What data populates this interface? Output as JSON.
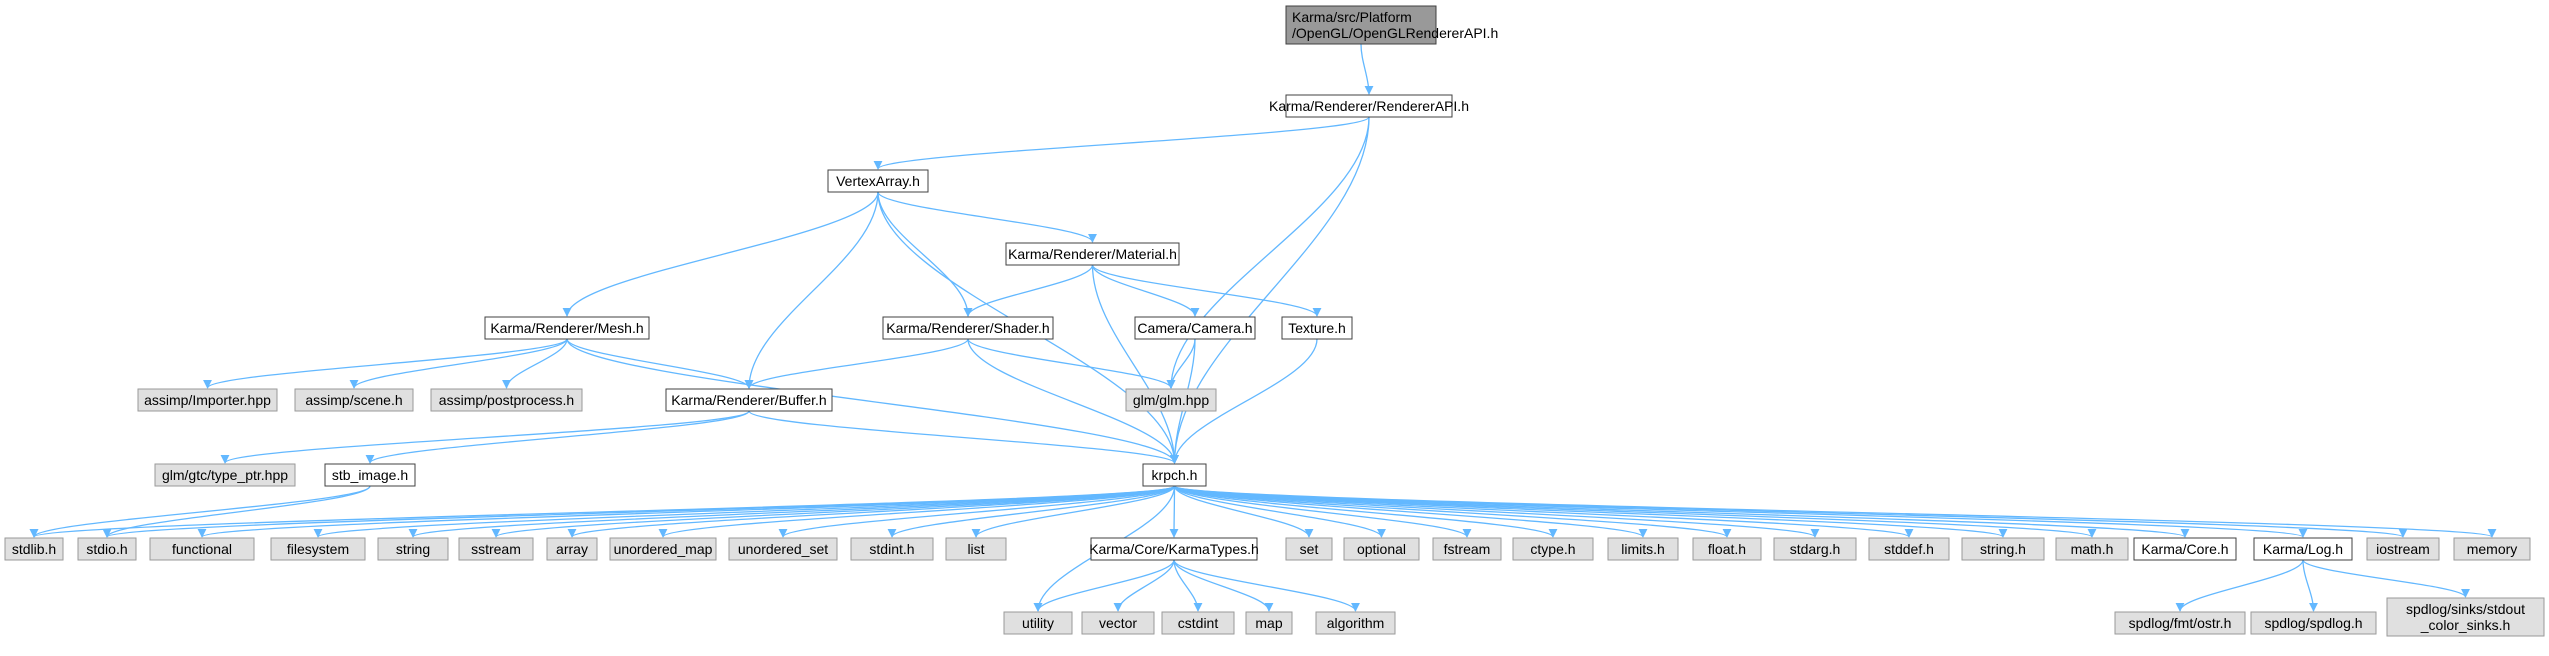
{
  "colors": {
    "edge": "#63b8ff",
    "node_border": "#404040",
    "external_fill": "#e0e0e0",
    "external_border": "#999999",
    "internal_fill": "#ffffff",
    "root_fill": "#999999"
  },
  "nodes": [
    {
      "id": "root",
      "lines": [
        "Karma/src/Platform",
        "/OpenGL/OpenGLRendererAPI.h"
      ],
      "kind": "root"
    },
    {
      "id": "rendererapi",
      "lines": [
        "Karma/Renderer/RendererAPI.h"
      ],
      "kind": "internal"
    },
    {
      "id": "vertexarray",
      "lines": [
        "VertexArray.h"
      ],
      "kind": "internal"
    },
    {
      "id": "material",
      "lines": [
        "Karma/Renderer/Material.h"
      ],
      "kind": "internal"
    },
    {
      "id": "mesh",
      "lines": [
        "Karma/Renderer/Mesh.h"
      ],
      "kind": "internal"
    },
    {
      "id": "shader",
      "lines": [
        "Karma/Renderer/Shader.h"
      ],
      "kind": "internal"
    },
    {
      "id": "camera",
      "lines": [
        "Camera/Camera.h"
      ],
      "kind": "internal"
    },
    {
      "id": "texture",
      "lines": [
        "Texture.h"
      ],
      "kind": "internal"
    },
    {
      "id": "importer",
      "lines": [
        "assimp/Importer.hpp"
      ],
      "kind": "external"
    },
    {
      "id": "scene",
      "lines": [
        "assimp/scene.h"
      ],
      "kind": "external"
    },
    {
      "id": "postprocess",
      "lines": [
        "assimp/postprocess.h"
      ],
      "kind": "external"
    },
    {
      "id": "buffer",
      "lines": [
        "Karma/Renderer/Buffer.h"
      ],
      "kind": "internal"
    },
    {
      "id": "glm",
      "lines": [
        "glm/glm.hpp"
      ],
      "kind": "external"
    },
    {
      "id": "typeptr",
      "lines": [
        "glm/gtc/type_ptr.hpp"
      ],
      "kind": "external"
    },
    {
      "id": "stbimage",
      "lines": [
        "stb_image.h"
      ],
      "kind": "internal"
    },
    {
      "id": "krpch",
      "lines": [
        "krpch.h"
      ],
      "kind": "internal"
    },
    {
      "id": "stdlib",
      "lines": [
        "stdlib.h"
      ],
      "kind": "external"
    },
    {
      "id": "stdio",
      "lines": [
        "stdio.h"
      ],
      "kind": "external"
    },
    {
      "id": "functional",
      "lines": [
        "functional"
      ],
      "kind": "external"
    },
    {
      "id": "filesystem",
      "lines": [
        "filesystem"
      ],
      "kind": "external"
    },
    {
      "id": "string",
      "lines": [
        "string"
      ],
      "kind": "external"
    },
    {
      "id": "sstream",
      "lines": [
        "sstream"
      ],
      "kind": "external"
    },
    {
      "id": "array",
      "lines": [
        "array"
      ],
      "kind": "external"
    },
    {
      "id": "unordered_map",
      "lines": [
        "unordered_map"
      ],
      "kind": "external"
    },
    {
      "id": "unordered_set",
      "lines": [
        "unordered_set"
      ],
      "kind": "external"
    },
    {
      "id": "stdint",
      "lines": [
        "stdint.h"
      ],
      "kind": "external"
    },
    {
      "id": "list",
      "lines": [
        "list"
      ],
      "kind": "external"
    },
    {
      "id": "karmatypes",
      "lines": [
        "Karma/Core/KarmaTypes.h"
      ],
      "kind": "internal"
    },
    {
      "id": "set",
      "lines": [
        "set"
      ],
      "kind": "external"
    },
    {
      "id": "optional",
      "lines": [
        "optional"
      ],
      "kind": "external"
    },
    {
      "id": "fstream",
      "lines": [
        "fstream"
      ],
      "kind": "external"
    },
    {
      "id": "ctype",
      "lines": [
        "ctype.h"
      ],
      "kind": "external"
    },
    {
      "id": "limits",
      "lines": [
        "limits.h"
      ],
      "kind": "external"
    },
    {
      "id": "float",
      "lines": [
        "float.h"
      ],
      "kind": "external"
    },
    {
      "id": "stdarg",
      "lines": [
        "stdarg.h"
      ],
      "kind": "external"
    },
    {
      "id": "stddef",
      "lines": [
        "stddef.h"
      ],
      "kind": "external"
    },
    {
      "id": "stringh",
      "lines": [
        "string.h"
      ],
      "kind": "external"
    },
    {
      "id": "math",
      "lines": [
        "math.h"
      ],
      "kind": "external"
    },
    {
      "id": "core",
      "lines": [
        "Karma/Core.h"
      ],
      "kind": "internal"
    },
    {
      "id": "log",
      "lines": [
        "Karma/Log.h"
      ],
      "kind": "internal"
    },
    {
      "id": "iostream",
      "lines": [
        "iostream"
      ],
      "kind": "external"
    },
    {
      "id": "memory",
      "lines": [
        "memory"
      ],
      "kind": "external"
    },
    {
      "id": "utility",
      "lines": [
        "utility"
      ],
      "kind": "external"
    },
    {
      "id": "vector",
      "lines": [
        "vector"
      ],
      "kind": "external"
    },
    {
      "id": "cstdint",
      "lines": [
        "cstdint"
      ],
      "kind": "external"
    },
    {
      "id": "map",
      "lines": [
        "map"
      ],
      "kind": "external"
    },
    {
      "id": "algorithm",
      "lines": [
        "algorithm"
      ],
      "kind": "external"
    },
    {
      "id": "fmtostr",
      "lines": [
        "spdlog/fmt/ostr.h"
      ],
      "kind": "external"
    },
    {
      "id": "spdlog",
      "lines": [
        "spdlog/spdlog.h"
      ],
      "kind": "external"
    },
    {
      "id": "stdoutsinks",
      "lines": [
        "spdlog/sinks/stdout",
        "_color_sinks.h"
      ],
      "kind": "external"
    }
  ],
  "edges": [
    [
      "root",
      "rendererapi"
    ],
    [
      "rendererapi",
      "vertexarray"
    ],
    [
      "rendererapi",
      "glm"
    ],
    [
      "rendererapi",
      "krpch"
    ],
    [
      "vertexarray",
      "mesh"
    ],
    [
      "vertexarray",
      "material"
    ],
    [
      "vertexarray",
      "shader"
    ],
    [
      "vertexarray",
      "buffer"
    ],
    [
      "vertexarray",
      "krpch"
    ],
    [
      "material",
      "shader"
    ],
    [
      "material",
      "camera"
    ],
    [
      "material",
      "texture"
    ],
    [
      "material",
      "krpch"
    ],
    [
      "mesh",
      "importer"
    ],
    [
      "mesh",
      "scene"
    ],
    [
      "mesh",
      "postprocess"
    ],
    [
      "mesh",
      "buffer"
    ],
    [
      "mesh",
      "krpch"
    ],
    [
      "shader",
      "buffer"
    ],
    [
      "shader",
      "glm"
    ],
    [
      "shader",
      "krpch"
    ],
    [
      "camera",
      "glm"
    ],
    [
      "camera",
      "krpch"
    ],
    [
      "texture",
      "krpch"
    ],
    [
      "buffer",
      "typeptr"
    ],
    [
      "buffer",
      "stbimage"
    ],
    [
      "buffer",
      "krpch"
    ],
    [
      "stbimage",
      "stdlib"
    ],
    [
      "stbimage",
      "stdio"
    ],
    [
      "krpch",
      "stdlib"
    ],
    [
      "krpch",
      "stdio"
    ],
    [
      "krpch",
      "functional"
    ],
    [
      "krpch",
      "filesystem"
    ],
    [
      "krpch",
      "string"
    ],
    [
      "krpch",
      "sstream"
    ],
    [
      "krpch",
      "array"
    ],
    [
      "krpch",
      "unordered_map"
    ],
    [
      "krpch",
      "unordered_set"
    ],
    [
      "krpch",
      "stdint"
    ],
    [
      "krpch",
      "list"
    ],
    [
      "krpch",
      "utility"
    ],
    [
      "krpch",
      "karmatypes"
    ],
    [
      "krpch",
      "set"
    ],
    [
      "krpch",
      "optional"
    ],
    [
      "krpch",
      "fstream"
    ],
    [
      "krpch",
      "ctype"
    ],
    [
      "krpch",
      "limits"
    ],
    [
      "krpch",
      "float"
    ],
    [
      "krpch",
      "stdarg"
    ],
    [
      "krpch",
      "stddef"
    ],
    [
      "krpch",
      "stringh"
    ],
    [
      "krpch",
      "math"
    ],
    [
      "krpch",
      "core"
    ],
    [
      "krpch",
      "log"
    ],
    [
      "krpch",
      "iostream"
    ],
    [
      "krpch",
      "memory"
    ],
    [
      "karmatypes",
      "utility"
    ],
    [
      "karmatypes",
      "vector"
    ],
    [
      "karmatypes",
      "cstdint"
    ],
    [
      "karmatypes",
      "map"
    ],
    [
      "karmatypes",
      "algorithm"
    ],
    [
      "log",
      "fmtostr"
    ],
    [
      "log",
      "spdlog"
    ],
    [
      "log",
      "stdoutsinks"
    ]
  ]
}
